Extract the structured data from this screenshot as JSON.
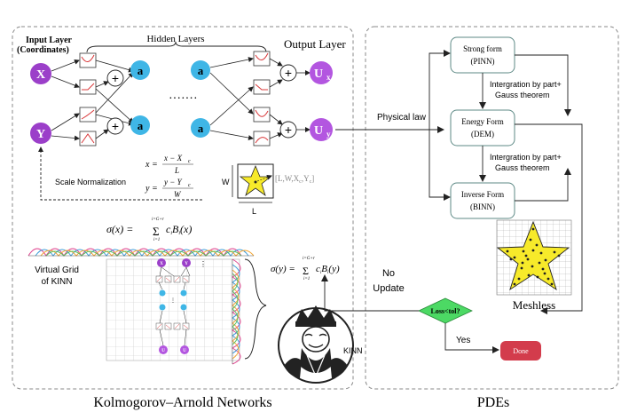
{
  "left_panel": {
    "title": "Kolmogorov–Arnold Networks",
    "input_layer_label": "Input Layer",
    "input_layer_sub": "(Coordinates)",
    "hidden_layers_label": "Hidden Layers",
    "output_layer_label": "Output Layer",
    "node_x": "X",
    "node_y": "Y",
    "node_a": "a",
    "node_ux": "U",
    "node_ux_sub": "x",
    "node_uy": "U",
    "node_uy_sub": "y",
    "plus": "+",
    "dots": "·······",
    "scale_norm_label": "Scale Normalization",
    "eq_x_lhs": "x =",
    "eq_x_num": "x − X",
    "eq_x_num_sub": "c",
    "eq_x_den": "L",
    "eq_y_lhs": "y =",
    "eq_y_num": "y − Y",
    "eq_y_num_sub": "c",
    "eq_y_den": "W",
    "dim_w": "W",
    "dim_l": "L",
    "param_vec": "[L,W,X",
    "param_vec_c1": "c",
    "param_vec_mid": ",Y",
    "param_vec_c2": "c",
    "param_vec_end": "]",
    "sigma_x_lhs": "σ(x) =",
    "sigma_x_rhs": "c",
    "sigma_x_i": "i",
    "sigma_x_b": "B",
    "sigma_x_bi": "i",
    "sigma_x_arg": "(x)",
    "sigma_sum_top": "i=G+r",
    "sigma_sum_bot": "i=1",
    "sigma_y_lhs": "σ(y) =",
    "sigma_y_rhs": "c",
    "sigma_y_i": "i",
    "sigma_y_b": "B",
    "sigma_y_bi": "i",
    "sigma_y_arg": "(y)",
    "virtual_grid_label_1": "Virtual Grid",
    "virtual_grid_label_2": "of KINN",
    "mini_x": "X",
    "mini_y": "Y",
    "mini_a": "a",
    "mini_ux": "U",
    "mini_uy": "U",
    "kinn_label": "KINN"
  },
  "right_panel": {
    "title": "PDEs",
    "physical_law": "Physical law",
    "strong_form_1": "Strong form",
    "strong_form_2": "(PINN)",
    "energy_form_1": "Energy Form",
    "energy_form_2": "(DEM)",
    "inverse_form_1": "Inverse Form",
    "inverse_form_2": "(BINN)",
    "integration_1a": "Intergration by part+",
    "integration_1b": "Gauss theorem",
    "integration_2a": "Intergration by part+",
    "integration_2b": "Gauss theorem",
    "meshless": "Meshless",
    "no_update_1": "No",
    "no_update_2": "Update",
    "loss_check": "Loss<tol?",
    "yes": "Yes",
    "done": "Done"
  },
  "colors": {
    "input_node": "#9b3fc9",
    "hidden_node": "#3fb6e6",
    "output_node": "#b356e0",
    "star_fill": "#f7ea2a",
    "diamond_fill": "#4cd964",
    "done_fill": "#d33c4c",
    "box_stroke": "#5e8a86",
    "curve_red": "#d9383a",
    "panel_border": "#888888"
  }
}
